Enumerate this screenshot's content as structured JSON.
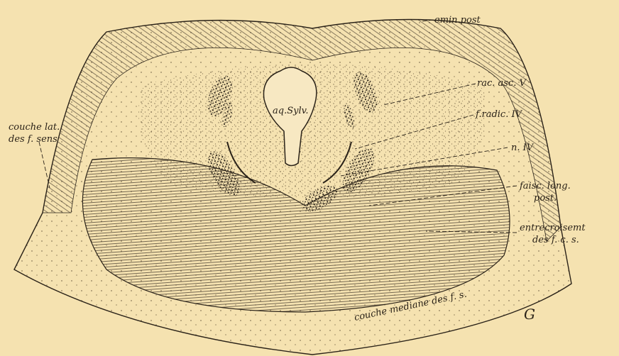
{
  "figure": {
    "labels": {
      "emin_post": "emin.post",
      "aq_sylv": "aq.Sylv.",
      "rac_asc": "rac. asc. V",
      "f_radic": "f.radic. IV",
      "n_iv": "n. IV",
      "faisc_long_1": "faisc. long.",
      "faisc_long_2": "post.",
      "entrecroisem_1": "entrecroisemt",
      "entrecroisem_2": "des f. c. s.",
      "couche_lat_1": "couche lat.",
      "couche_lat_2": "des f. sens",
      "couche_mediane": "couche mediane des f. s.",
      "monogram": "G"
    },
    "colors": {
      "paper": "#f5e2b0",
      "ink": "#2a2218"
    }
  }
}
